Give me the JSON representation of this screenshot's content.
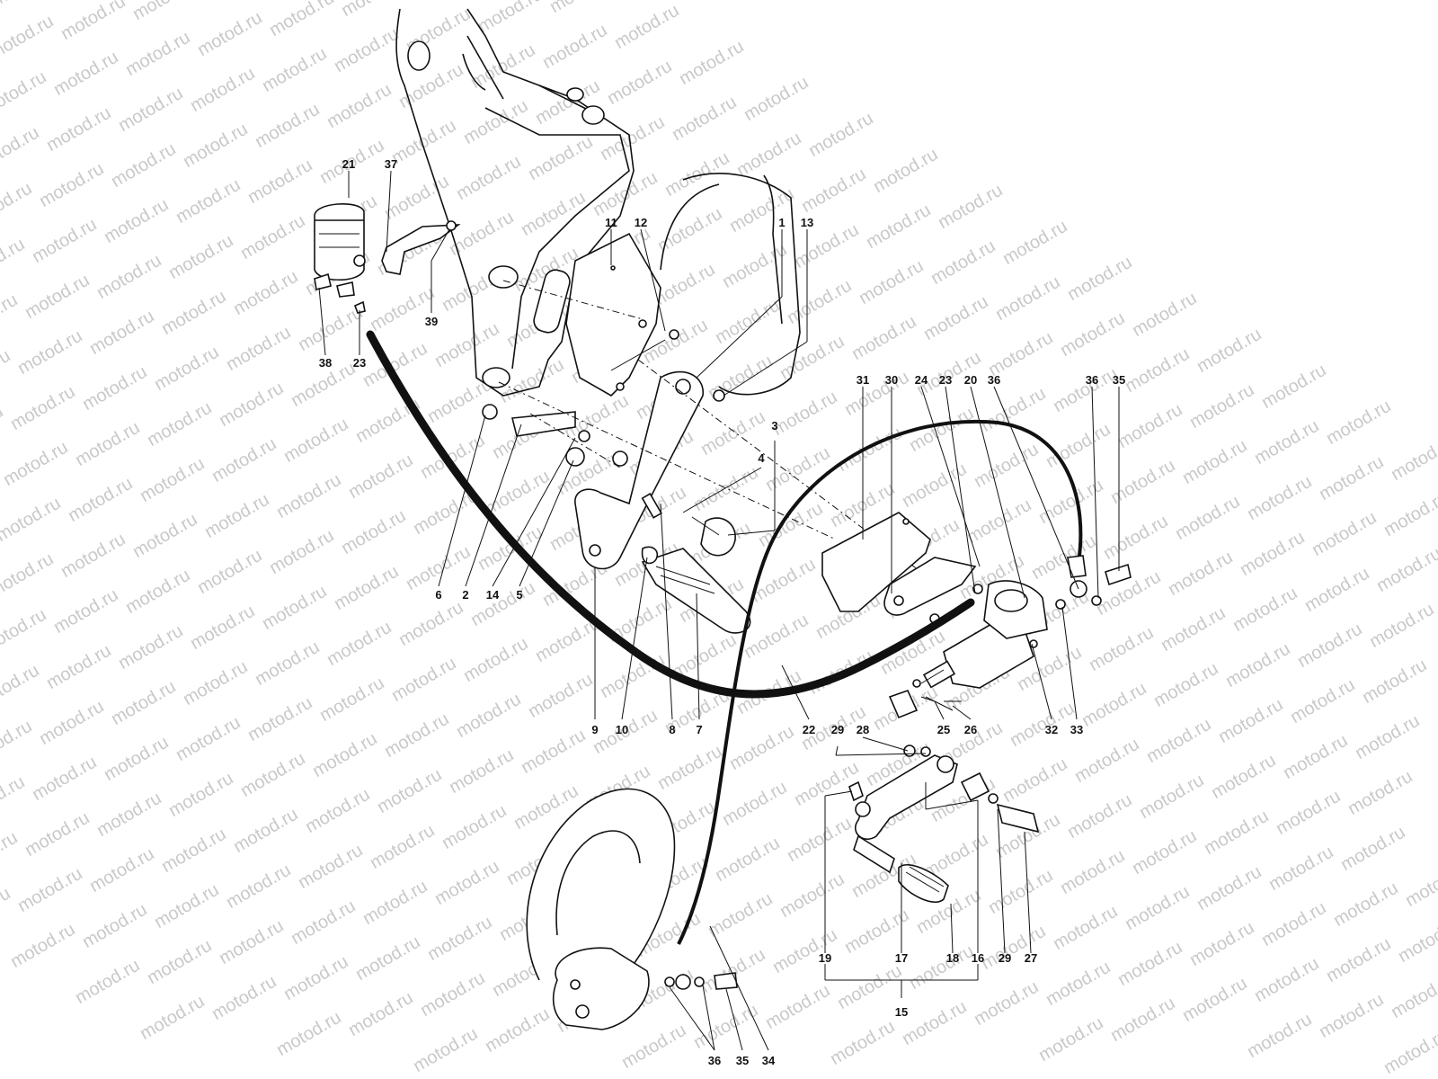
{
  "watermark": "motod.ru",
  "labels": {
    "l1": "1",
    "l2": "2",
    "l3": "3",
    "l4": "4",
    "l5": "5",
    "l6": "6",
    "l7": "7",
    "l8": "8",
    "l9": "9",
    "l10": "10",
    "l11": "11",
    "l12": "12",
    "l13": "13",
    "l14": "14",
    "l15": "15",
    "l16": "16",
    "l17": "17",
    "l18": "18",
    "l19": "19",
    "l20": "20",
    "l21": "21",
    "l22": "22",
    "l23a": "23",
    "l23b": "23",
    "l24": "24",
    "l25": "25",
    "l26": "26",
    "l27": "27",
    "l28": "28",
    "l29a": "29",
    "l29b": "29",
    "l30": "30",
    "l31": "31",
    "l32": "32",
    "l33": "33",
    "l34": "34",
    "l35a": "35",
    "l35b": "35",
    "l36a": "36",
    "l36b": "36",
    "l36c": "36",
    "l37": "37",
    "l38": "38",
    "l39": "39"
  }
}
